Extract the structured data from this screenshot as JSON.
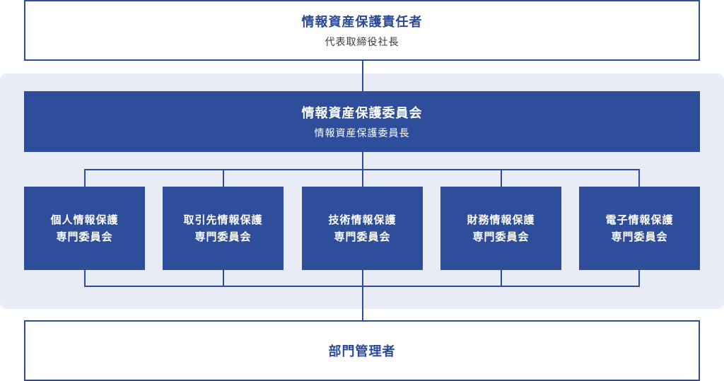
{
  "top": {
    "title": "情報資産保護責任者",
    "subtitle": "代表取締役社長"
  },
  "committee": {
    "title": "情報資産保護委員会",
    "subtitle": "情報資産保護委員長"
  },
  "subcommittees": [
    {
      "line1": "個人情報保護",
      "line2": "専門委員会"
    },
    {
      "line1": "取引先情報保護",
      "line2": "専門委員会"
    },
    {
      "line1": "技術情報保護",
      "line2": "専門委員会"
    },
    {
      "line1": "財務情報保護",
      "line2": "専門委員会"
    },
    {
      "line1": "電子情報保護",
      "line2": "専門委員会"
    }
  ],
  "bottom": {
    "title": "部門管理者"
  },
  "colors": {
    "primary": "#2e4d9b",
    "panel": "#e9ecf6"
  }
}
